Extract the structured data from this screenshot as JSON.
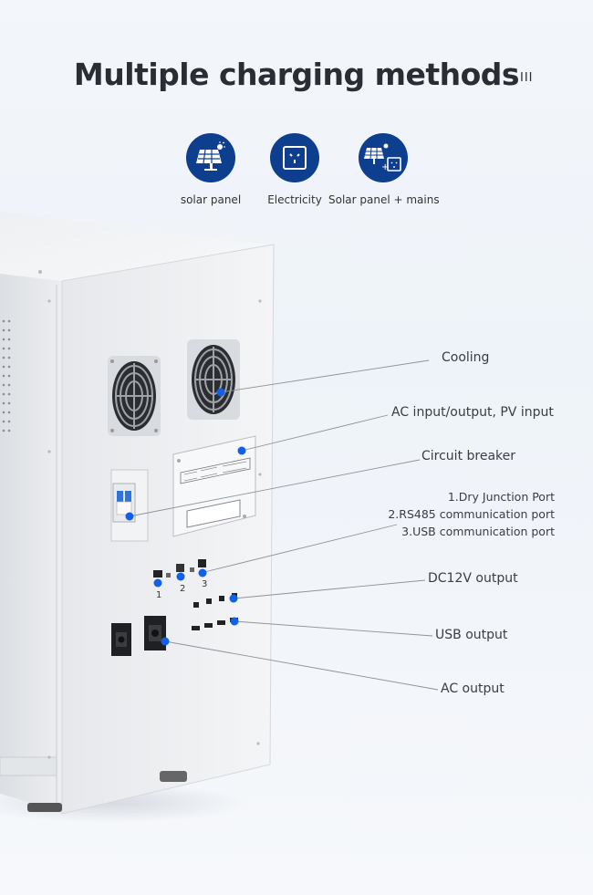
{
  "title": "Multiple charging methods",
  "title_mark": "III",
  "methods": [
    {
      "label": "solar panel",
      "icon": "solar-panel-icon"
    },
    {
      "label": "Electricity",
      "icon": "power-socket-icon"
    },
    {
      "label": "Solar panel + mains",
      "icon": "solar-plus-socket-icon"
    }
  ],
  "callouts": {
    "cooling": "Cooling",
    "ac_io": "AC input/output, PV input",
    "breaker": "Circuit breaker",
    "port1": "1.Dry Junction Port",
    "port2": "2.RS485 communication port",
    "port3": "3.USB communication port",
    "dc12v": "DC12V output",
    "usb": "USB output",
    "ac_output": "AC output"
  },
  "port_numbers": [
    "1",
    "2",
    "3"
  ],
  "colors": {
    "accent": "#1160e6",
    "icon_bg": "#0e3e8e",
    "title": "#2a2d33"
  }
}
